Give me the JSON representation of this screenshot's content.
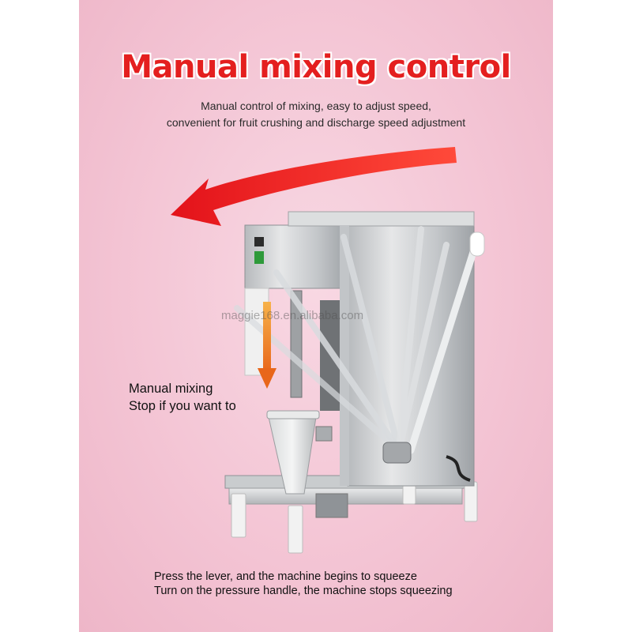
{
  "title": "Manual mixing control",
  "description": [
    "Manual control of mixing, easy to adjust speed,",
    "convenient for fruit crushing and discharge speed adjustment"
  ],
  "side_label": [
    "Manual mixing",
    "Stop if you want to"
  ],
  "footer": [
    "Press the lever, and the machine begins to squeeze",
    "Turn on the pressure handle, the machine stops squeezing"
  ],
  "watermark": "maggie168.en.alibaba.com",
  "colors": {
    "title": "#e41f1f",
    "arrow": "#e8151a",
    "down_arrow": "#f28a1e",
    "background": "#f3c3d3"
  },
  "icons": [
    "curved-red-arrow-icon",
    "down-arrow-icon",
    "power-indicator-icon"
  ]
}
